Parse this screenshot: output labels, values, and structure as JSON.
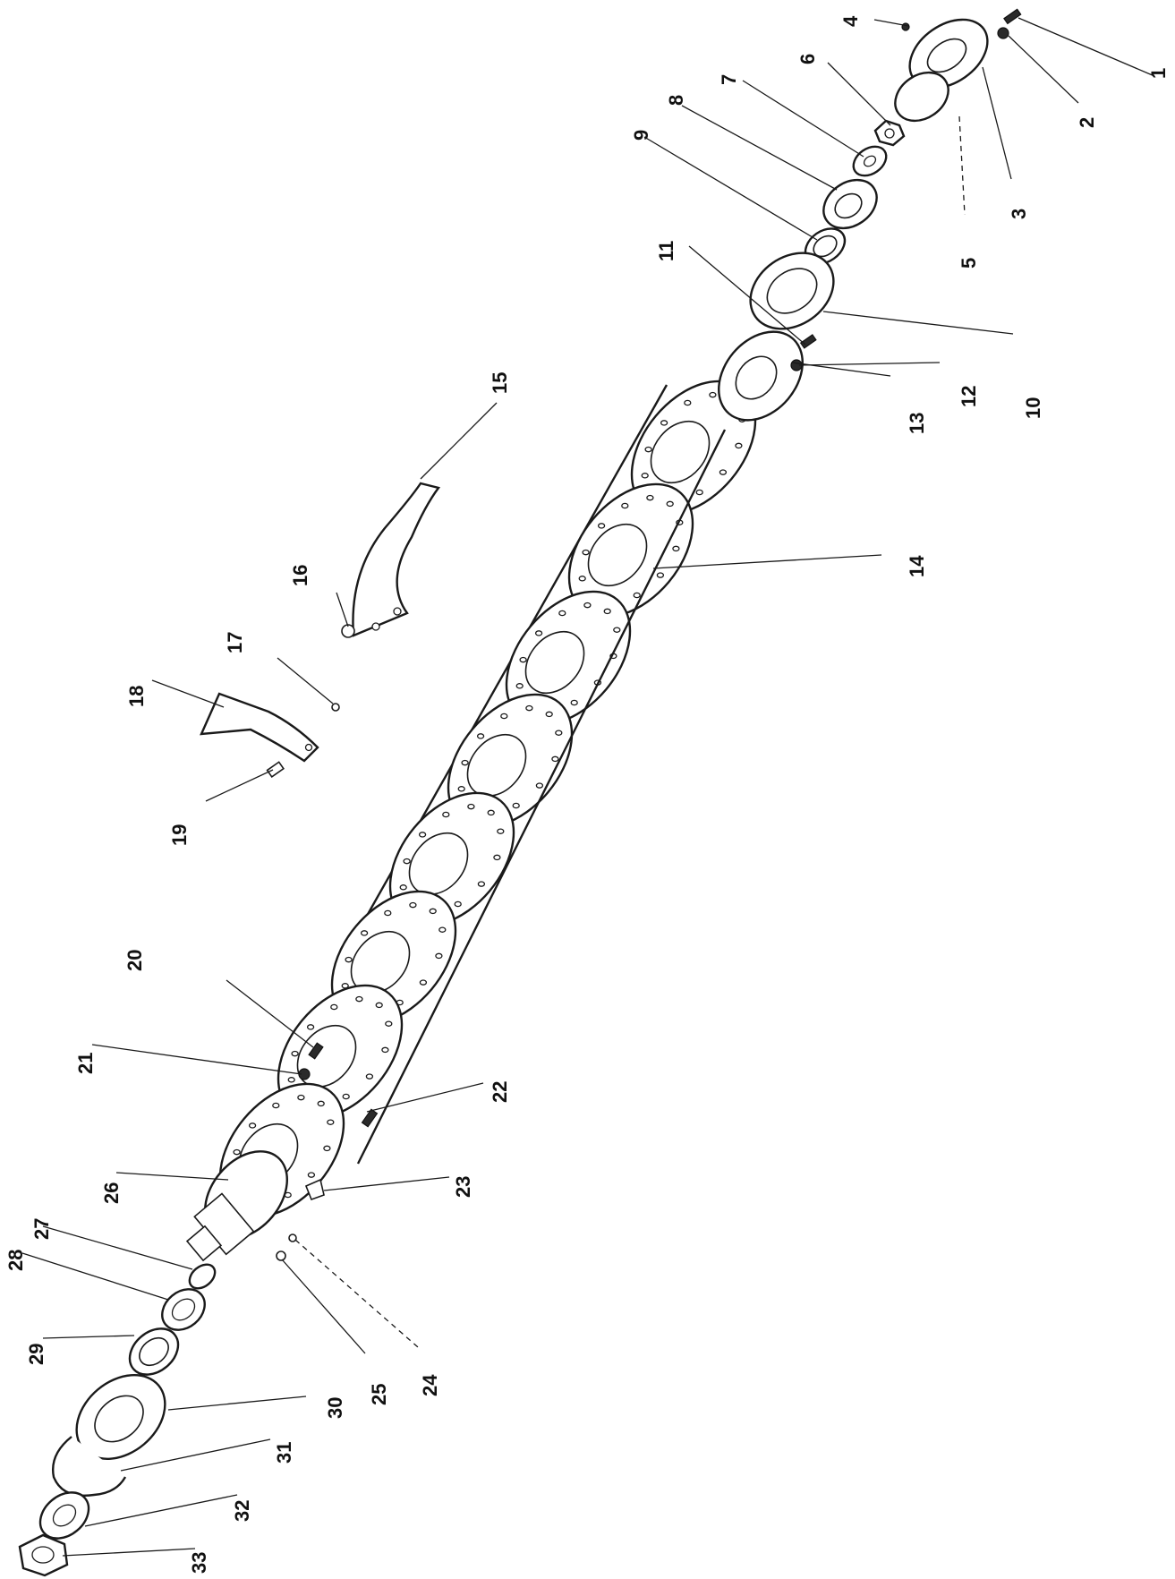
{
  "callouts": [
    {
      "id": "1",
      "text": "1"
    },
    {
      "id": "2",
      "text": "2"
    },
    {
      "id": "3",
      "text": "3"
    },
    {
      "id": "4",
      "text": "4"
    },
    {
      "id": "5",
      "text": "5"
    },
    {
      "id": "6",
      "text": "6"
    },
    {
      "id": "7",
      "text": "7"
    },
    {
      "id": "8",
      "text": "8"
    },
    {
      "id": "9",
      "text": "9"
    },
    {
      "id": "10",
      "text": "10"
    },
    {
      "id": "11",
      "text": "11"
    },
    {
      "id": "12",
      "text": "12"
    },
    {
      "id": "13",
      "text": "13"
    },
    {
      "id": "14",
      "text": "14"
    },
    {
      "id": "15",
      "text": "15"
    },
    {
      "id": "16",
      "text": "16"
    },
    {
      "id": "17",
      "text": "17"
    },
    {
      "id": "18",
      "text": "18"
    },
    {
      "id": "19",
      "text": "19"
    },
    {
      "id": "20",
      "text": "20"
    },
    {
      "id": "21",
      "text": "21"
    },
    {
      "id": "22",
      "text": "22"
    },
    {
      "id": "23",
      "text": "23"
    },
    {
      "id": "24",
      "text": "24"
    },
    {
      "id": "25",
      "text": "25"
    },
    {
      "id": "26",
      "text": "26"
    },
    {
      "id": "27",
      "text": "27"
    },
    {
      "id": "28",
      "text": "28"
    },
    {
      "id": "29",
      "text": "29"
    },
    {
      "id": "30",
      "text": "30"
    },
    {
      "id": "31",
      "text": "31"
    },
    {
      "id": "32",
      "text": "32"
    },
    {
      "id": "33",
      "text": "33"
    }
  ],
  "colors": {
    "line": "#1a1a1a",
    "background": "#ffffff"
  }
}
